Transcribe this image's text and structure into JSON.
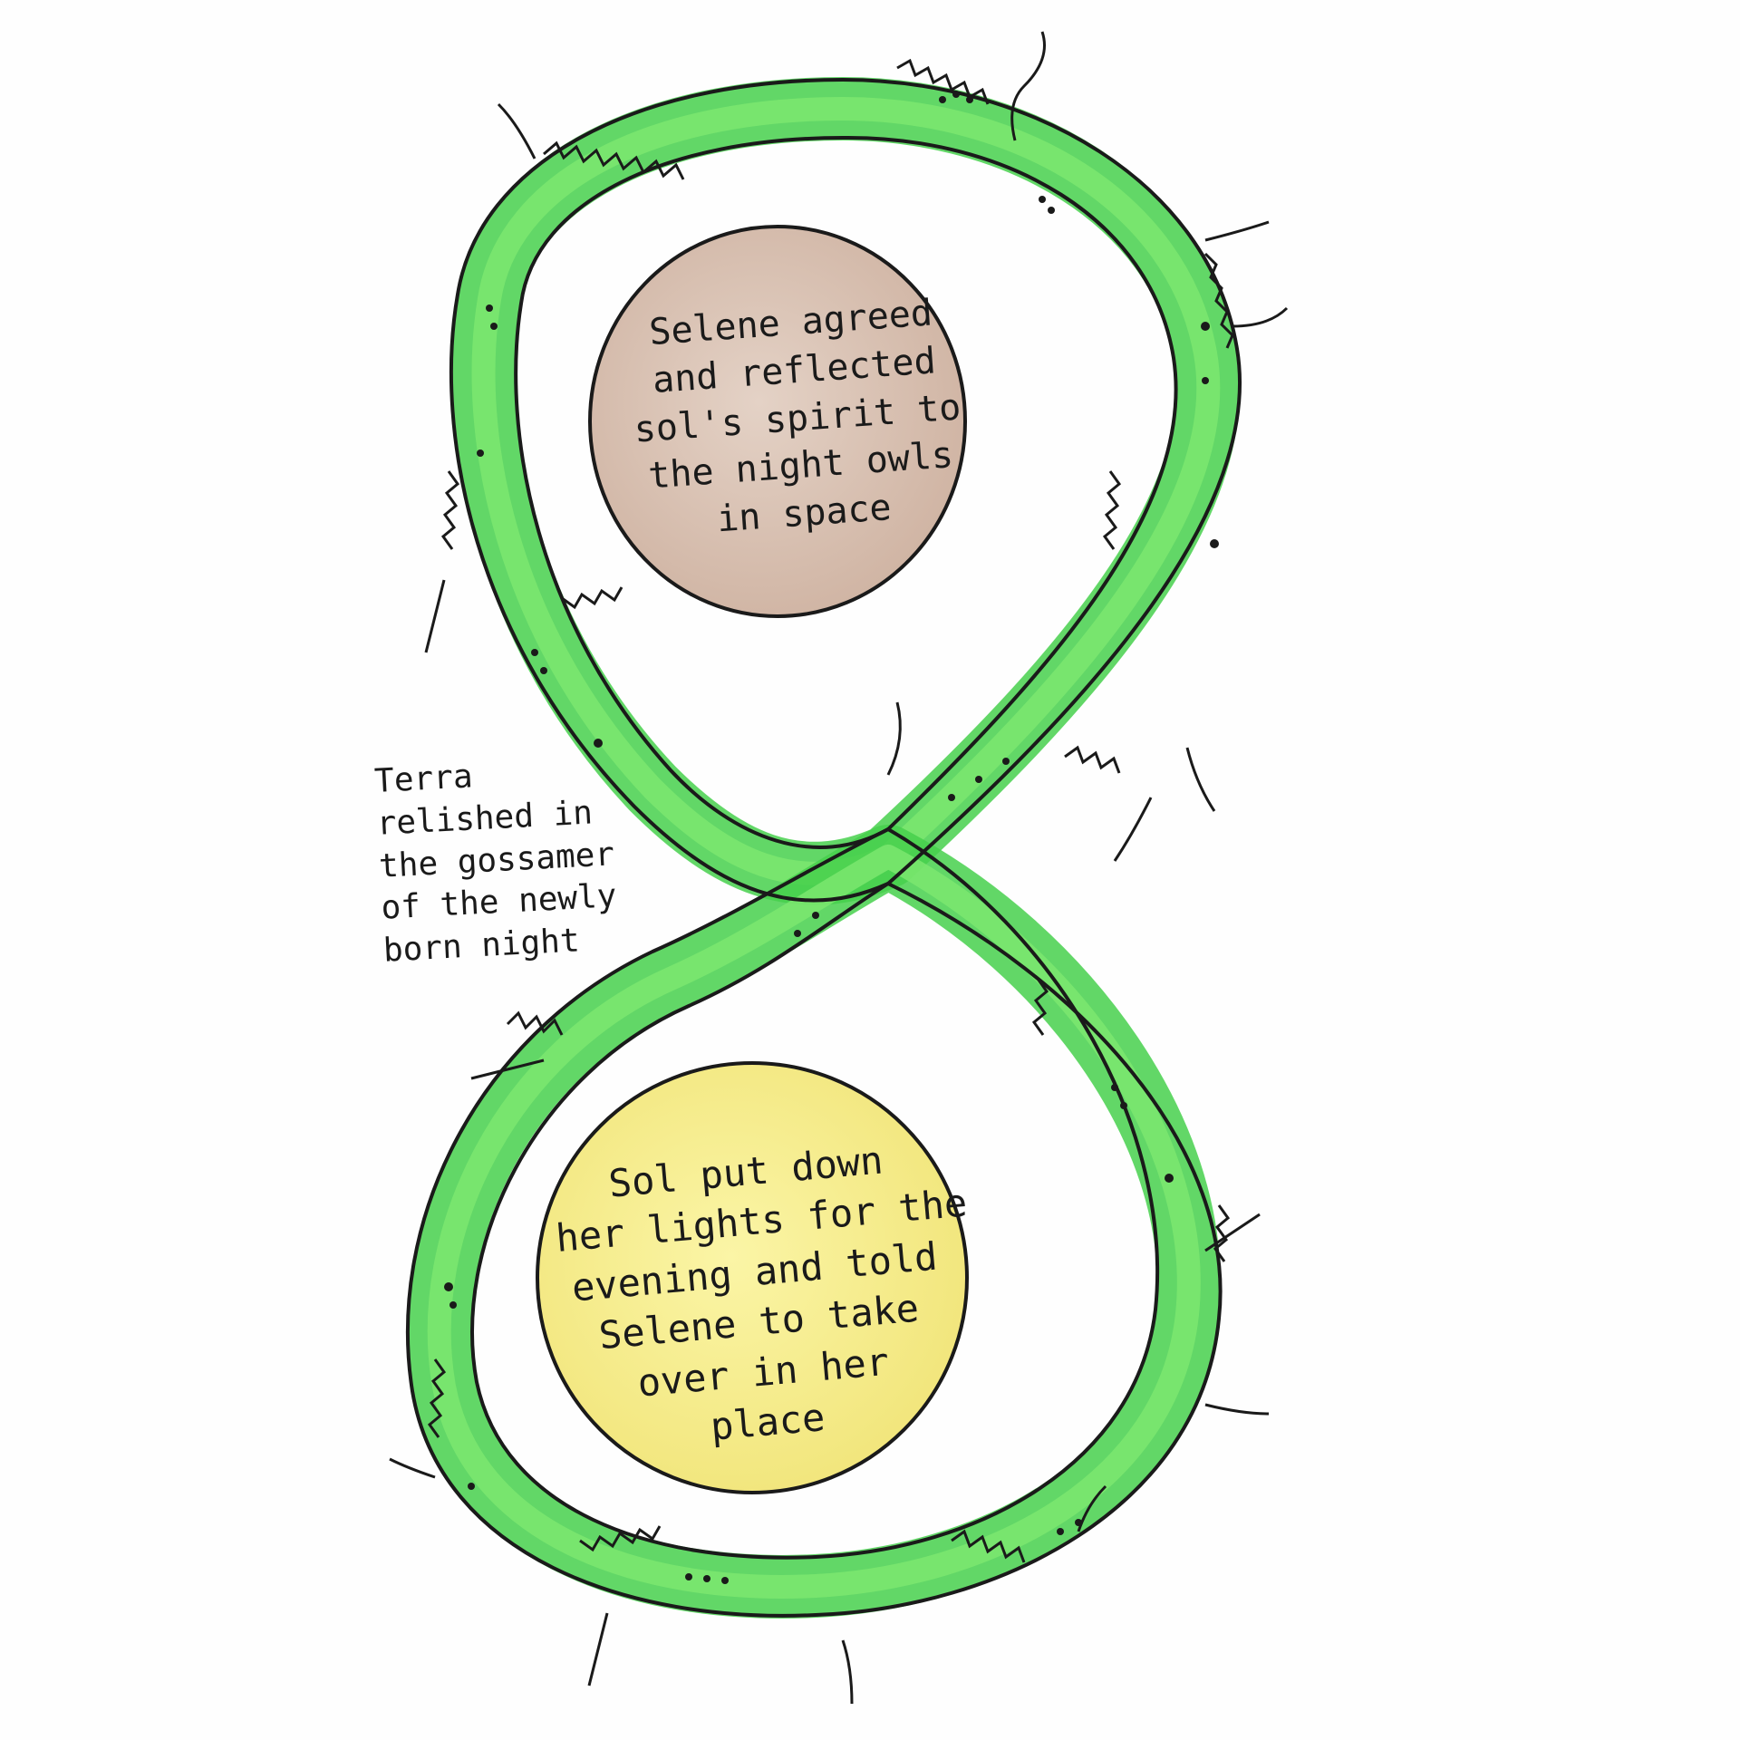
{
  "moon": {
    "color": "#d9c3b4",
    "text": [
      "Selene agreed",
      "and reflected",
      "sol's spirit to",
      "the night owls",
      "in space"
    ]
  },
  "sun": {
    "color": "#f5ec8e",
    "text": [
      "Sol put down",
      "her lights for the",
      "evening and told",
      "Selene to take",
      "over in her",
      "place"
    ]
  },
  "terra": {
    "text": [
      "Terra",
      "relished in",
      "the gossamer",
      "of the newly",
      "born night"
    ]
  },
  "ribbon": {
    "color": "#3fd24a",
    "highlight": "#7ee871",
    "ink": "#1a1a1a"
  }
}
